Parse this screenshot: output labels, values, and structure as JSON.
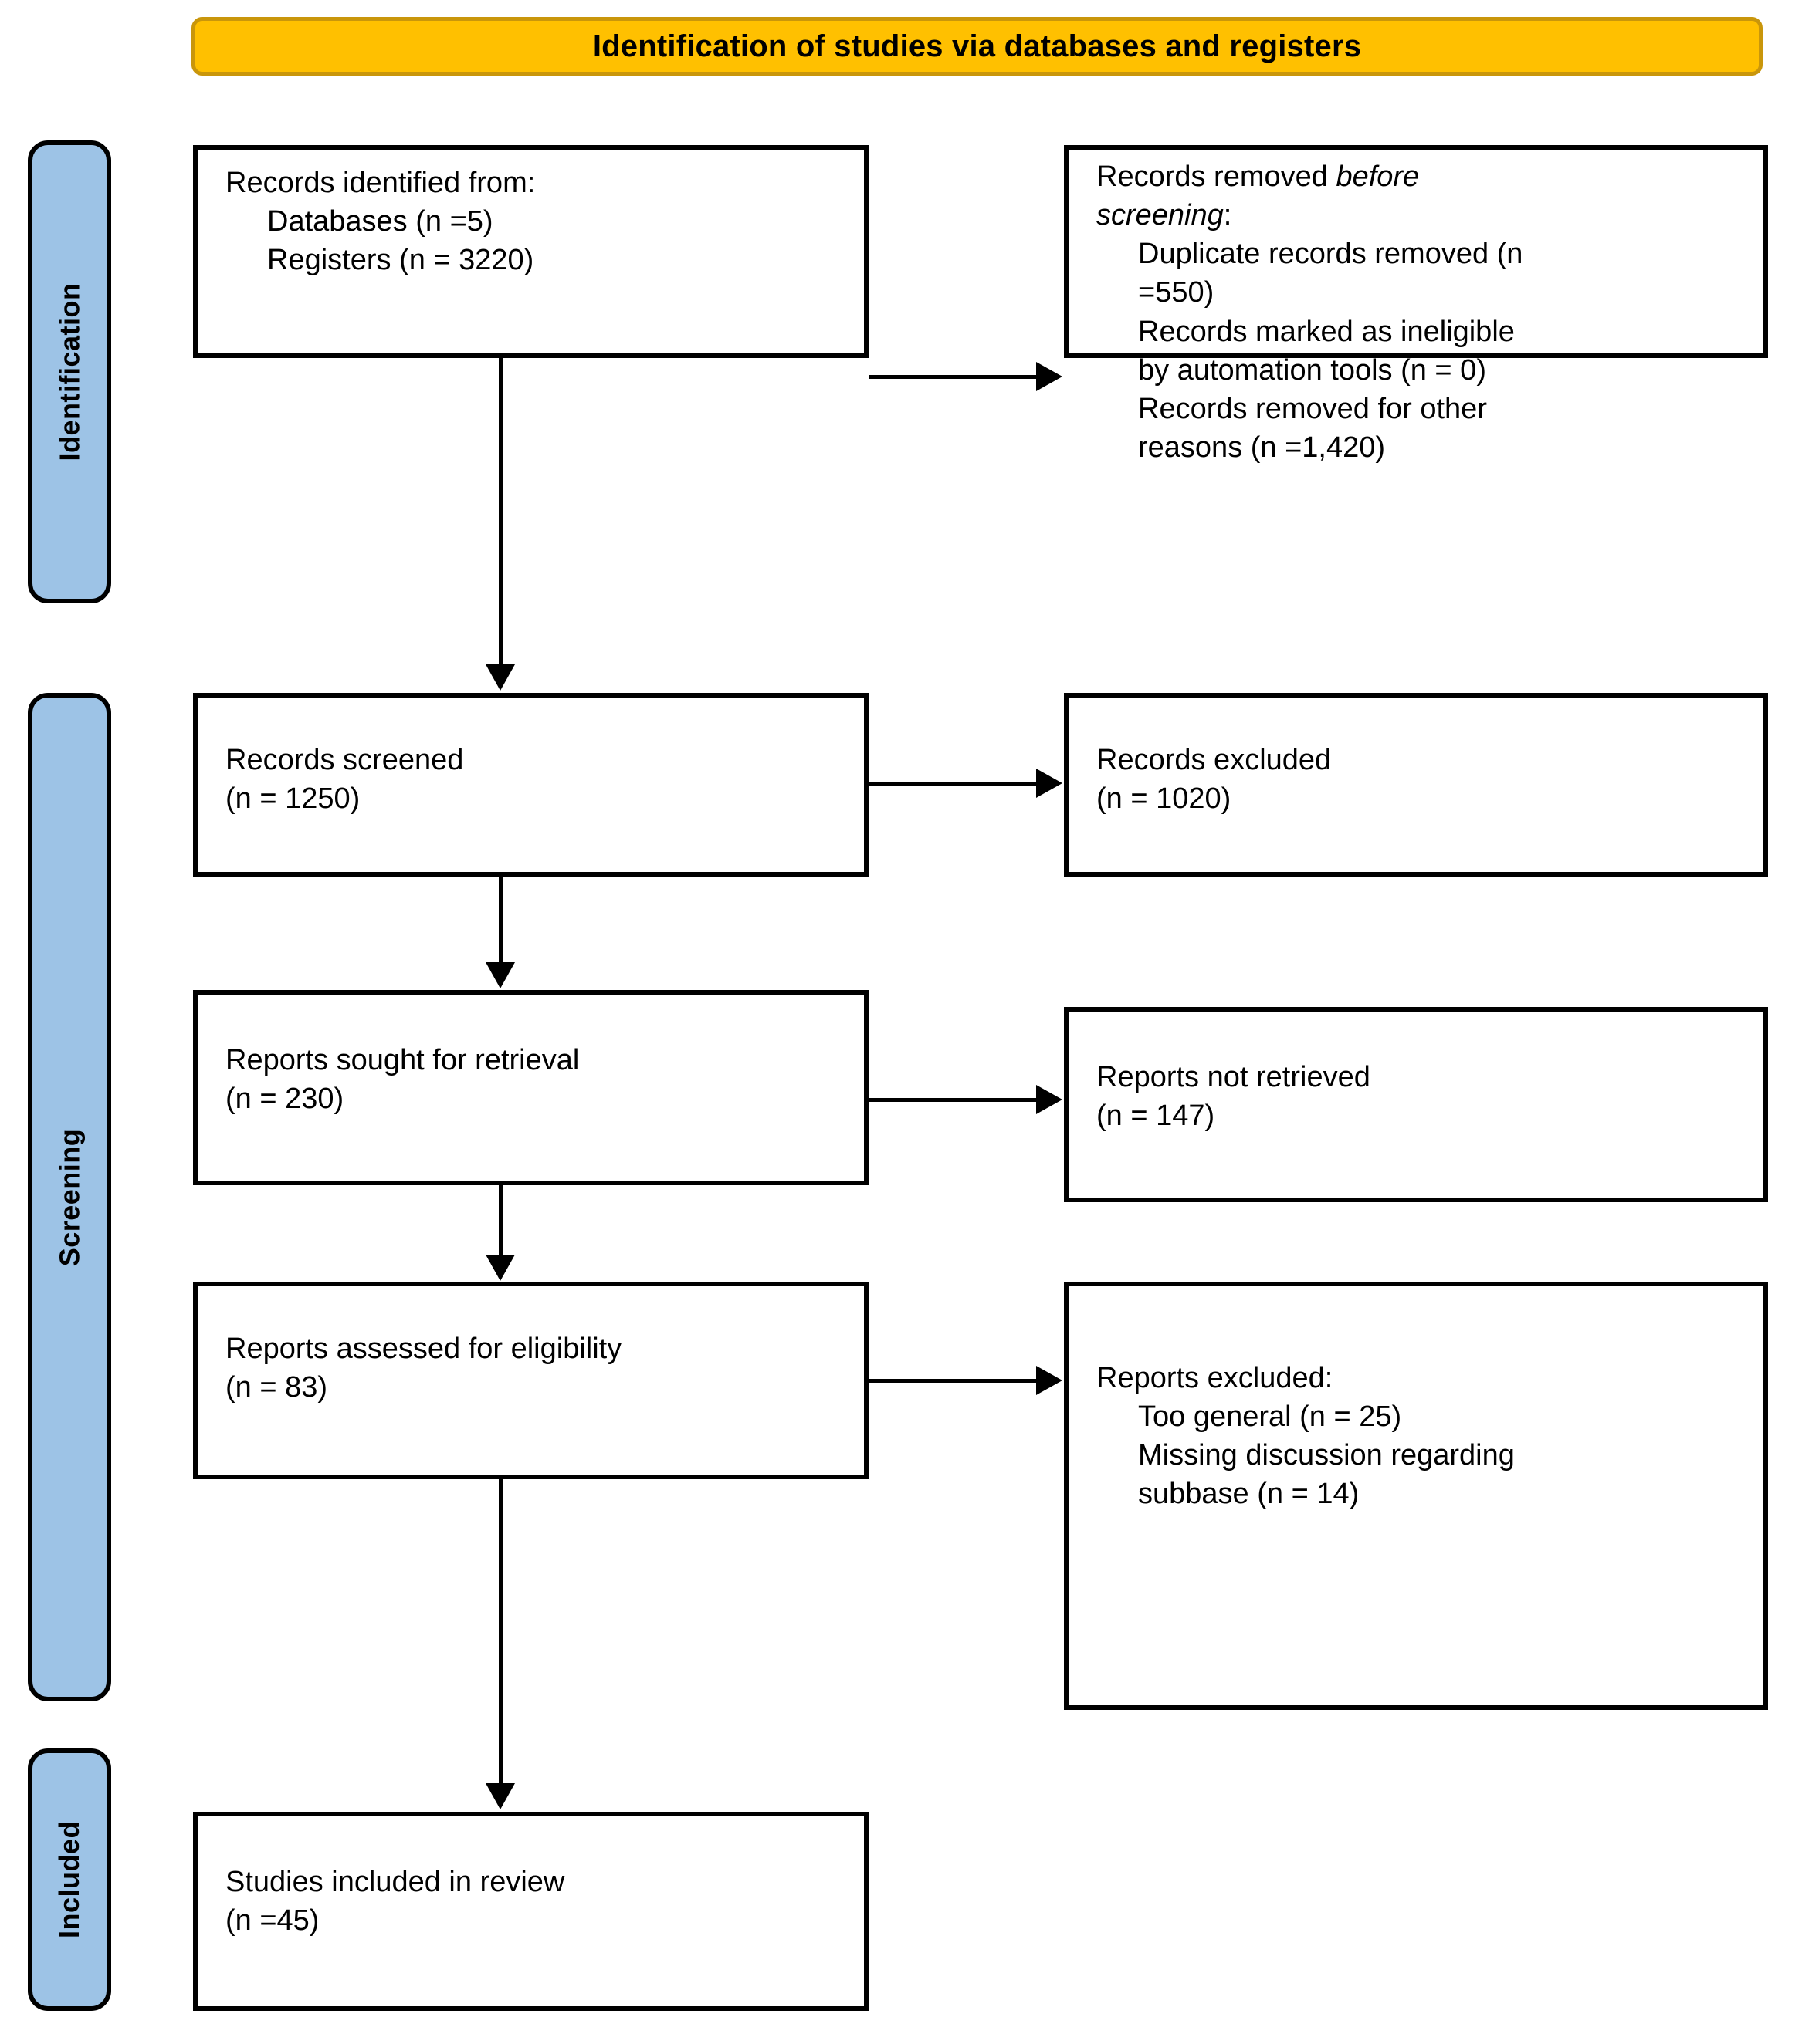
{
  "header": {
    "title": "Identification of studies via databases and registers",
    "fill_color": "#FFC000",
    "border_color": "#C9960B"
  },
  "stages": {
    "identification": "Identification",
    "screening": "Screening",
    "included": "Included",
    "fill_color": "#9DC3E6",
    "border_color": "#000000"
  },
  "boxes": {
    "identified": {
      "line1": "Records identified from:",
      "line2": "Databases (n =5)",
      "line3": "Registers (n = 3220)"
    },
    "removed": {
      "line1a": "Records removed ",
      "line1b": "before",
      "line2a": "screening",
      "line2b": ":",
      "line3": "Duplicate records removed (n",
      "line4": "=550)",
      "line5": "Records marked as ineligible",
      "line6": "by automation tools (n = 0)",
      "line7": "Records removed for other",
      "line8": "reasons (n =1,420)"
    },
    "screened": {
      "line1": "Records screened",
      "line2": "(n = 1250)"
    },
    "excluded": {
      "line1": "Records excluded",
      "line2": "(n = 1020)"
    },
    "sought": {
      "line1": "Reports sought for retrieval",
      "line2": "(n = 230)"
    },
    "not_retrieved": {
      "line1": "Reports not retrieved",
      "line2": "(n = 147)"
    },
    "assessed": {
      "line1": "Reports assessed for eligibility",
      "line2": "(n = 83)"
    },
    "reports_excluded": {
      "line1": "Reports excluded:",
      "line2": "Too general (n = 25)",
      "line3": "Missing discussion regarding",
      "line4": "subbase (n = 14)"
    },
    "included": {
      "line1": "Studies included in review",
      "line2": "(n =45)"
    }
  }
}
